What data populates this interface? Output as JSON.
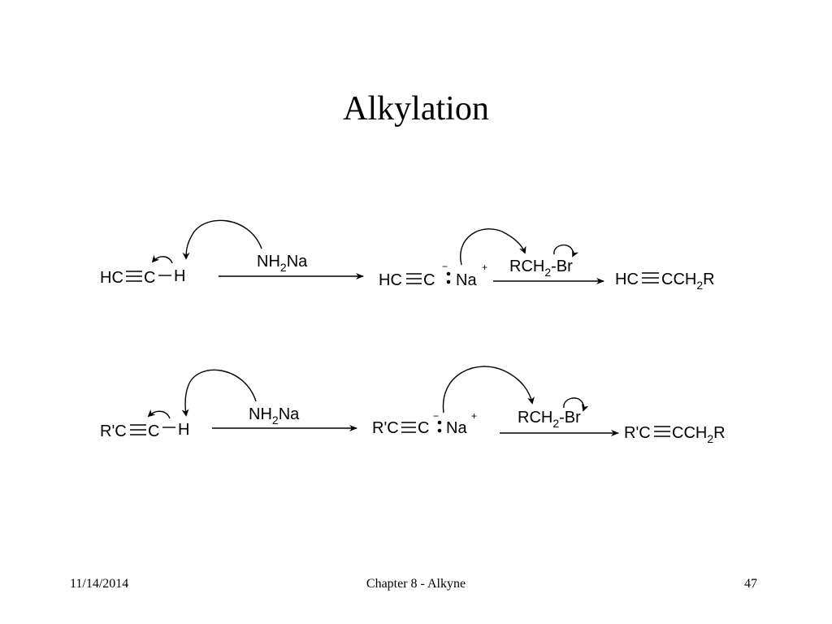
{
  "slide": {
    "title": "Alkylation",
    "footer": {
      "date": "11/14/2014",
      "chapter": "Chapter 8 - Alkyne",
      "page": "47"
    }
  },
  "scheme": {
    "reactions": [
      {
        "reactant": {
          "left": "HC",
          "right": "C",
          "h": "H"
        },
        "base": {
          "pre": "NH",
          "sub": "2",
          "post": "Na"
        },
        "anion": {
          "left": "HC",
          "right": "C",
          "minus": "−",
          "cation": "Na",
          "plus": "+"
        },
        "alkyl_halide": {
          "pre": "RCH",
          "sub": "2",
          "post": "-Br"
        },
        "product": {
          "left": "HC",
          "mid": "CCH",
          "sub": "2",
          "post": "R"
        }
      },
      {
        "reactant": {
          "left": "R'C",
          "right": "C",
          "h": "H"
        },
        "base": {
          "pre": "NH",
          "sub": "2",
          "post": "Na"
        },
        "anion": {
          "left": "R'C",
          "right": "C",
          "minus": "−",
          "cation": "Na",
          "plus": "+"
        },
        "alkyl_halide": {
          "pre": "RCH",
          "sub": "2",
          "post": "-Br"
        },
        "product": {
          "left": "R'C",
          "mid": "CCH",
          "sub": "2",
          "post": "R"
        }
      }
    ]
  }
}
